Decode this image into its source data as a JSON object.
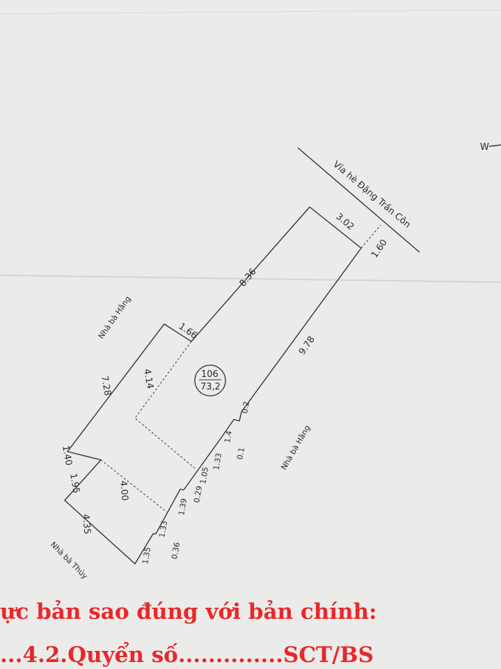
{
  "north_label": "W",
  "street": "Vỉa hè Đặng Trần Côn",
  "parcel": {
    "number": "106",
    "area": "73,2"
  },
  "neighbors": {
    "upper_left": "Nhà bà Hằng",
    "right": "Nhà bà Hằng",
    "bottom": "Nhà bà Thủy"
  },
  "dimensions": {
    "front": "3.02",
    "front_side": "1.60",
    "upper_long": "8.36",
    "right_long": "9.78",
    "step_top": "1.66",
    "inner_dash": "4.14",
    "left_long": "7.28",
    "left_step": "1.40",
    "left_short": "1.95",
    "inner_bottom": "4.00",
    "bottom": "4.35",
    "r1": "0.2",
    "r2": "1.4",
    "r3": "0.1",
    "r4": "1.33",
    "r5": "1.05",
    "r6": "0.29",
    "r7": "1.39",
    "r8": "1.33",
    "r9": "0.36",
    "r10": "1.35"
  },
  "stamp": {
    "line1": "ực bản sao đúng với bản chính:",
    "line2": "...4.2.Quyển số..............SCT/BS"
  }
}
